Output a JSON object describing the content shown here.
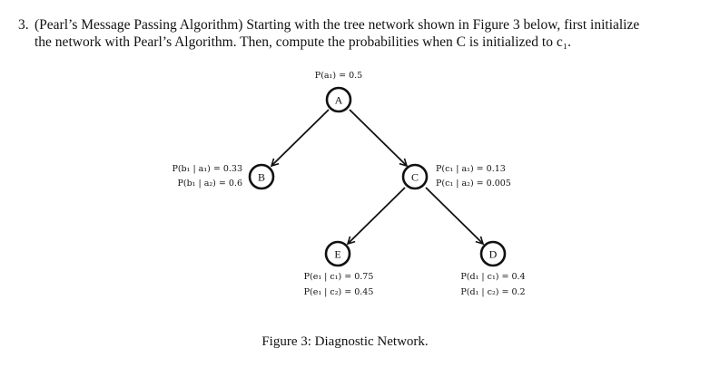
{
  "problem": {
    "number": "3.",
    "line1": "(Pearl’s Message Passing Algorithm) Starting with the tree network shown in Figure 3 below, first initialize",
    "line2": "the network with Pearl’s Algorithm. Then, compute the probabilities when C is initialized to c₁."
  },
  "figure": {
    "nodes": [
      {
        "id": "A",
        "label": "A"
      },
      {
        "id": "B",
        "label": "B"
      },
      {
        "id": "C",
        "label": "C"
      },
      {
        "id": "E",
        "label": "E"
      },
      {
        "id": "D",
        "label": "D"
      }
    ],
    "edges": [
      {
        "from": "A",
        "to": "B"
      },
      {
        "from": "A",
        "to": "C"
      },
      {
        "from": "C",
        "to": "E"
      },
      {
        "from": "C",
        "to": "D"
      }
    ],
    "probabilities": {
      "A": [
        "P(a₁) = 0.5"
      ],
      "B": [
        "P(b₁ | a₁) = 0.33",
        "P(b₁ | a₂) = 0.6"
      ],
      "C": [
        "P(c₁ | a₁) = 0.13",
        "P(c₁ | a₂) = 0.005"
      ],
      "E": [
        "P(e₁ | c₁) = 0.75",
        "P(e₁ | c₂) = 0.45"
      ],
      "D": [
        "P(d₁ | c₁) = 0.4",
        "P(d₁ | c₂) = 0.2"
      ]
    },
    "caption": "Figure 3: Diagnostic Network."
  }
}
